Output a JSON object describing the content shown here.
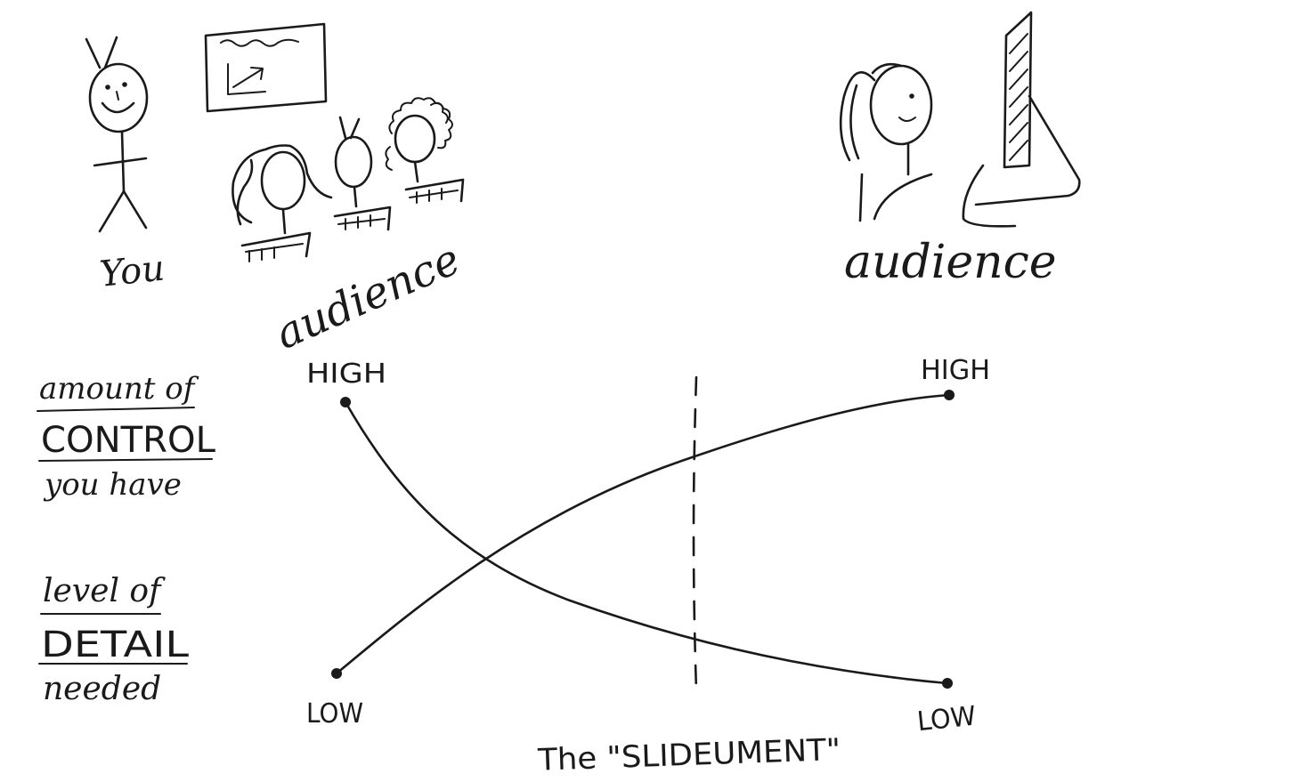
{
  "left_scene": {
    "presenter_label": "You",
    "audience_label": "audience"
  },
  "right_scene": {
    "audience_label": "audience"
  },
  "legend": {
    "control_line1": "amount of",
    "control_line2": "CONTROL",
    "control_line3": "you have",
    "detail_line1": "level of",
    "detail_line2": "DETAIL",
    "detail_line3": "needed"
  },
  "graph": {
    "left_high": "HIGH",
    "left_low": "LOW",
    "right_high": "HIGH",
    "right_low": "LOW",
    "divider_caption": "The \"SLIDEUMENT\""
  }
}
